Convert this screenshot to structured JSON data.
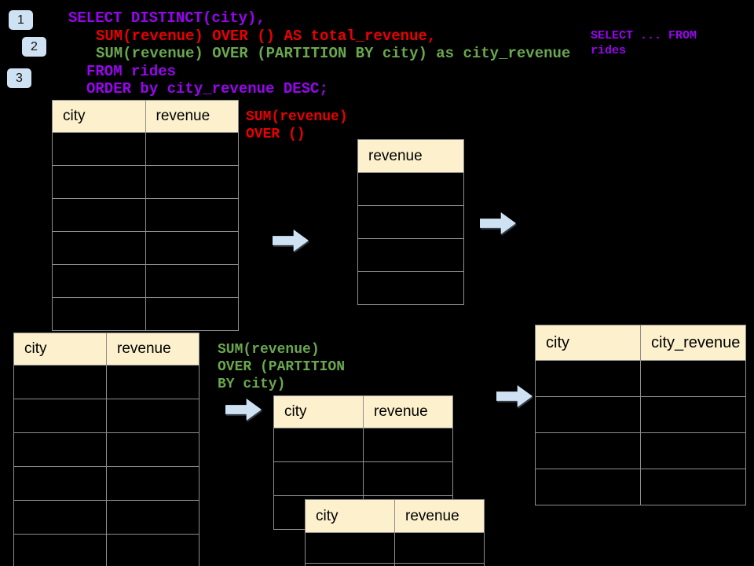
{
  "badges": [
    {
      "label": "1"
    },
    {
      "label": "2"
    },
    {
      "label": "3"
    }
  ],
  "code": {
    "lines": [
      {
        "text": "SELECT DISTINCT(city),",
        "color": "#9905F0"
      },
      {
        "text": "SUM(revenue) OVER () AS total_revenue,",
        "color": "#EA0000"
      },
      {
        "text": "SUM(revenue) OVER (PARTITION BY city) as city_revenue",
        "color": "#6AA84F"
      },
      {
        "text": "FROM rides",
        "color": "#9905F0"
      },
      {
        "text": "ORDER by city_revenue DESC;",
        "color": "#9905F0"
      }
    ]
  },
  "side_note": {
    "line1": "SELECT ... FROM",
    "line2": "rides"
  },
  "annotations": {
    "total": {
      "line1": "SUM(revenue)",
      "line2": "OVER ()"
    },
    "partition": {
      "line1": "SUM(revenue)",
      "line2": "OVER (PARTITION",
      "line3": "BY city)"
    }
  },
  "tables": {
    "source_top": {
      "headers": [
        "city",
        "revenue"
      ],
      "body_rows": 6
    },
    "total_result": {
      "headers": [
        "revenue"
      ],
      "body_rows": 4
    },
    "source_bottom": {
      "headers": [
        "city",
        "revenue"
      ],
      "body_rows": 6
    },
    "partition_mid_back": {
      "headers": [
        "city",
        "revenue"
      ],
      "body_rows": 3
    },
    "partition_mid_front": {
      "headers": [
        "city",
        "revenue"
      ],
      "body_rows": 2
    },
    "partition_result": {
      "headers": [
        "city",
        "city_revenue"
      ],
      "body_rows": 4
    }
  },
  "icons": {
    "arrow_right": "block-arrow-right"
  },
  "colors": {
    "background": "#000000",
    "code_purple": "#9905F0",
    "code_red": "#EA0000",
    "code_green": "#6AA84F",
    "table_header_fill": "#FCF1CC",
    "table_border": "#8E8E8E",
    "arrow_fill": "#CFE2F3",
    "badge_fill": "#CFE2F3"
  }
}
